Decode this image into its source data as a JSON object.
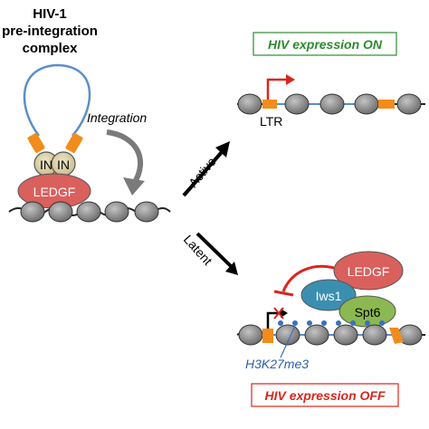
{
  "title_line1": "HIV-1",
  "title_line2": "pre-integration",
  "title_line3": "complex",
  "integration_label": "Integration",
  "in_label_1": "IN",
  "in_label_2": "IN",
  "ledgf_label_left": "LEDGF",
  "active_label": "Active",
  "latent_label": "Latent",
  "expression_on": "HIV expression ON",
  "expression_off": "HIV expression OFF",
  "ltr_label": "LTR",
  "ledgf_label_right": "LEDGF",
  "iws1_label": "Iws1",
  "spt6_label": "Spt6",
  "h3k27me3_label": "H3K27me3",
  "colors": {
    "on_box": "#2e8b2e",
    "off_box": "#d9261c",
    "ledgf": "#d9605c",
    "iws1": "#3a8fb0",
    "spt6": "#8bb850",
    "orange": "#f28c1a",
    "nucleosome": "#8c8c8c",
    "dna_blue": "#5b8fc9"
  }
}
